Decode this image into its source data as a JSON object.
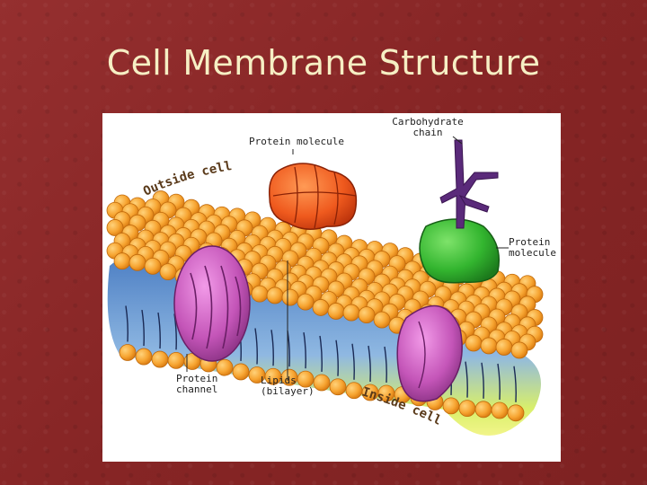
{
  "slide": {
    "title": "Cell Membrane Structure"
  },
  "diagram": {
    "labels": {
      "carbohydrate_chain": "Carbohydrate\nchain",
      "protein_molecule_top": "Protein molecule",
      "protein_molecule_right": "Protein\nmolecule",
      "protein_channel": "Protein\nchannel",
      "lipids": "Lipids\n(bilayer)",
      "outside_cell": "Outside cell",
      "inside_cell": "Inside cell"
    },
    "colors": {
      "lipid_head": "#f7a532",
      "lipid_head_dark": "#d97a10",
      "tail_region": "#6f9ed6",
      "inner_glow": "#e8f060",
      "channel_protein": "#c455b8",
      "top_protein": "#ef5a1e",
      "green_protein": "#33b52f",
      "carbohydrate": "#5a2a7a"
    }
  }
}
